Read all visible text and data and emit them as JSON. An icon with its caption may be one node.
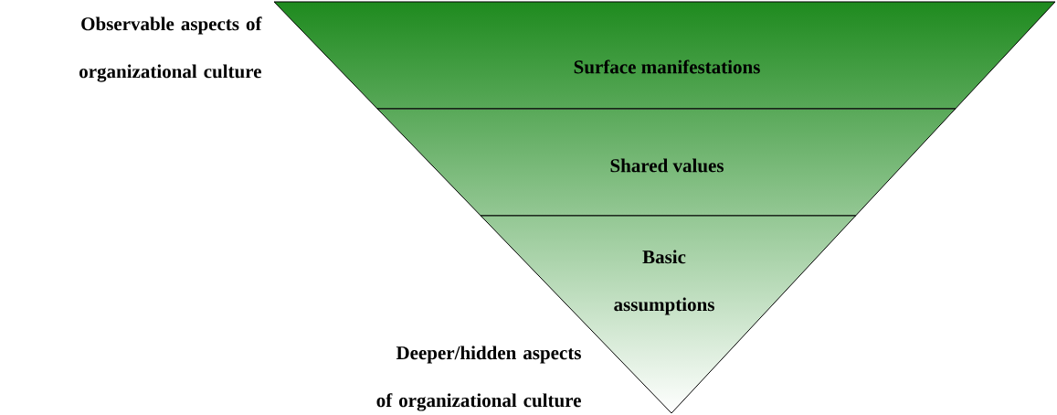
{
  "diagram": {
    "nodes": [
      {
        "text": [
          "Surface manifestations"
        ]
      },
      {
        "text": [
          "Shared values"
        ]
      },
      {
        "text": [
          "Basic assumptions"
        ]
      }
    ],
    "labels": [
      "Observable aspects of organizational culture",
      "Deeper/hidden aspects of organizational culture"
    ]
  }
}
